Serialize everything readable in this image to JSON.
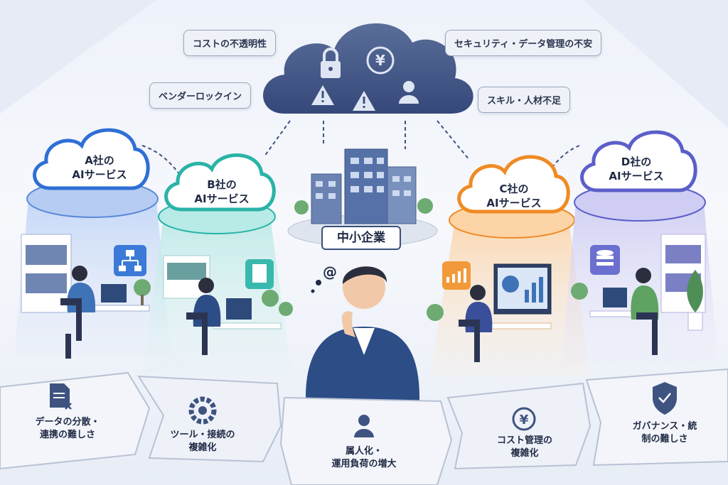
{
  "callouts": {
    "cost_opacity": "コストの不透明性",
    "vendor_lockin": "ベンダーロックイン",
    "security": "セキュリティ・データ管理の不安",
    "skills": "スキル・人材不足"
  },
  "providers": [
    {
      "line1": "A社の",
      "line2": "AIサービス",
      "color": "#2f6fd6"
    },
    {
      "line1": "B社の",
      "line2": "AIサービス",
      "color": "#2bb3a8"
    },
    {
      "line1": "C社の",
      "line2": "AIサービス",
      "color": "#f08a24"
    },
    {
      "line1": "D社の",
      "line2": "AIサービス",
      "color": "#5a5fc9"
    }
  ],
  "center": {
    "label": "中小企業",
    "cloud_color": "#3e5380"
  },
  "issues": [
    {
      "line1": "データの分散・",
      "line2": "連携の難しさ",
      "icon": "document-x-icon"
    },
    {
      "line1": "ツール・接続の",
      "line2": "複雑化",
      "icon": "gear-icon"
    },
    {
      "line1": "属人化・",
      "line2": "運用負荷の増大",
      "icon": "person-icon"
    },
    {
      "line1": "コスト管理の",
      "line2": "複雑化",
      "icon": "yen-icon"
    },
    {
      "line1": "ガバナンス・統",
      "line2": "制の難しさ",
      "icon": "shield-check-icon"
    }
  ],
  "thought_glyph": "@"
}
